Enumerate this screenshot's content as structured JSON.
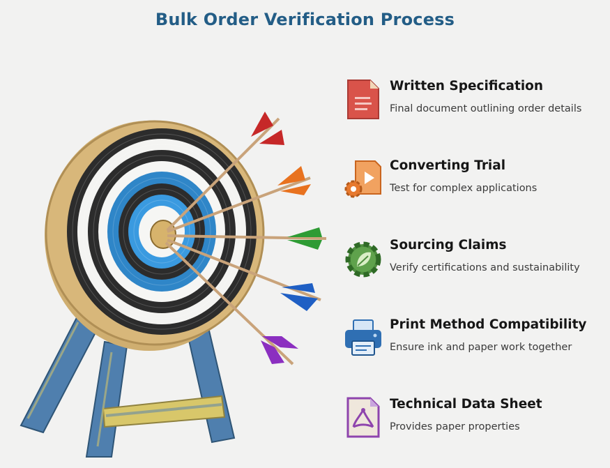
{
  "title": "Bulk Order Verification Process",
  "items": [
    {
      "heading": "Written Specification",
      "description": "Final document outlining order details",
      "icon": "document-icon",
      "color": "#d9534a"
    },
    {
      "heading": "Converting Trial",
      "description": "Test for complex applications",
      "icon": "gear-play-icon",
      "color": "#e7792e"
    },
    {
      "heading": "Sourcing Claims",
      "description": "Verify certifications and sustainability",
      "icon": "leaf-gear-icon",
      "color": "#4f8f3f"
    },
    {
      "heading": "Print Method Compatibility",
      "description": "Ensure ink and paper work together",
      "icon": "printer-icon",
      "color": "#2f6fb3"
    },
    {
      "heading": "Technical Data Sheet",
      "description": "Provides paper properties",
      "icon": "data-sheet-icon",
      "color": "#8e44ad"
    }
  ],
  "arrows": [
    {
      "name": "red-arrow",
      "color": "#c62828"
    },
    {
      "name": "orange-arrow",
      "color": "#e8721f"
    },
    {
      "name": "green-arrow",
      "color": "#2e9b34"
    },
    {
      "name": "blue-arrow",
      "color": "#1f5fc4"
    },
    {
      "name": "purple-arrow",
      "color": "#8b2fc0"
    }
  ]
}
